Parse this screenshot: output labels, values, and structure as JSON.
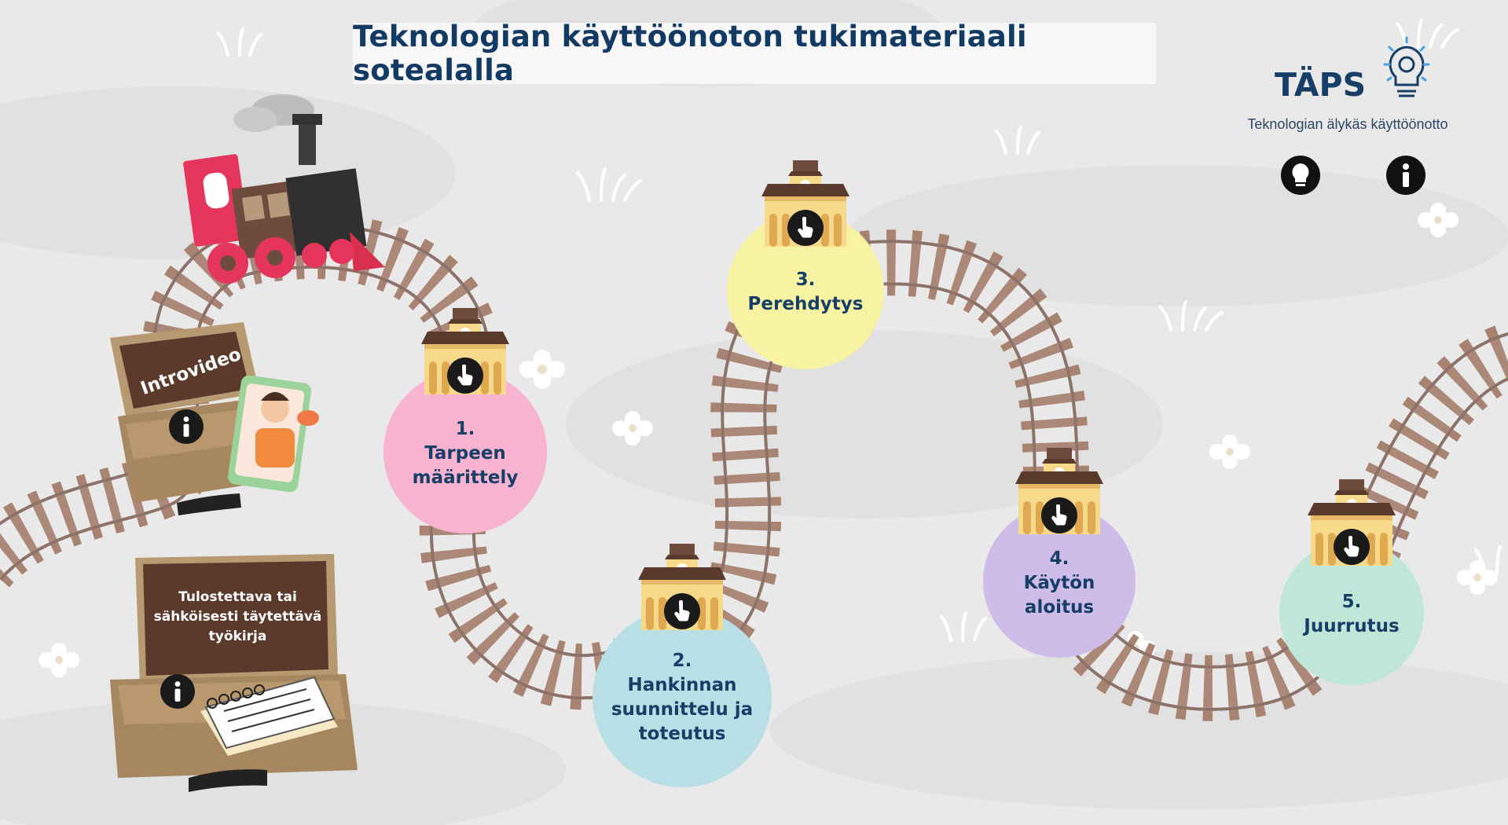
{
  "header": {
    "title": "Teknologian käyttöönoton tukimateriaali sotealalla"
  },
  "brand": {
    "logo_text": "TÄPS",
    "tagline": "Teknologian älykäs käyttöönotto",
    "color": "#173e66"
  },
  "top_buttons": [
    {
      "icon": "lightbulb-icon"
    },
    {
      "icon": "info-icon"
    }
  ],
  "cases": {
    "intro": {
      "label": "Introvideo",
      "icon": "info-icon"
    },
    "workbook": {
      "label_lines": [
        "Tulostettava tai",
        "sähköisesti täytettävä",
        "työkirja"
      ],
      "icon": "info-icon"
    }
  },
  "stops": [
    {
      "number": "1.",
      "lines": [
        "Tarpeen",
        "määrittely"
      ],
      "color": "#f7b3cf"
    },
    {
      "number": "2.",
      "lines": [
        "Hankinnan",
        "suunnittelu ja",
        "toteutus"
      ],
      "color": "#b8dee6"
    },
    {
      "number": "3.",
      "lines": [
        "Perehdytys"
      ],
      "color": "#f8f3a3"
    },
    {
      "number": "4.",
      "lines": [
        "Käytön",
        "aloitus"
      ],
      "color": "#cdbde8"
    },
    {
      "number": "5.",
      "lines": [
        "Juurrutus"
      ],
      "color": "#bfe6d8"
    }
  ],
  "colors": {
    "background": "#e9e9e9",
    "track_tie": "#a98372",
    "title": "#123a63"
  }
}
